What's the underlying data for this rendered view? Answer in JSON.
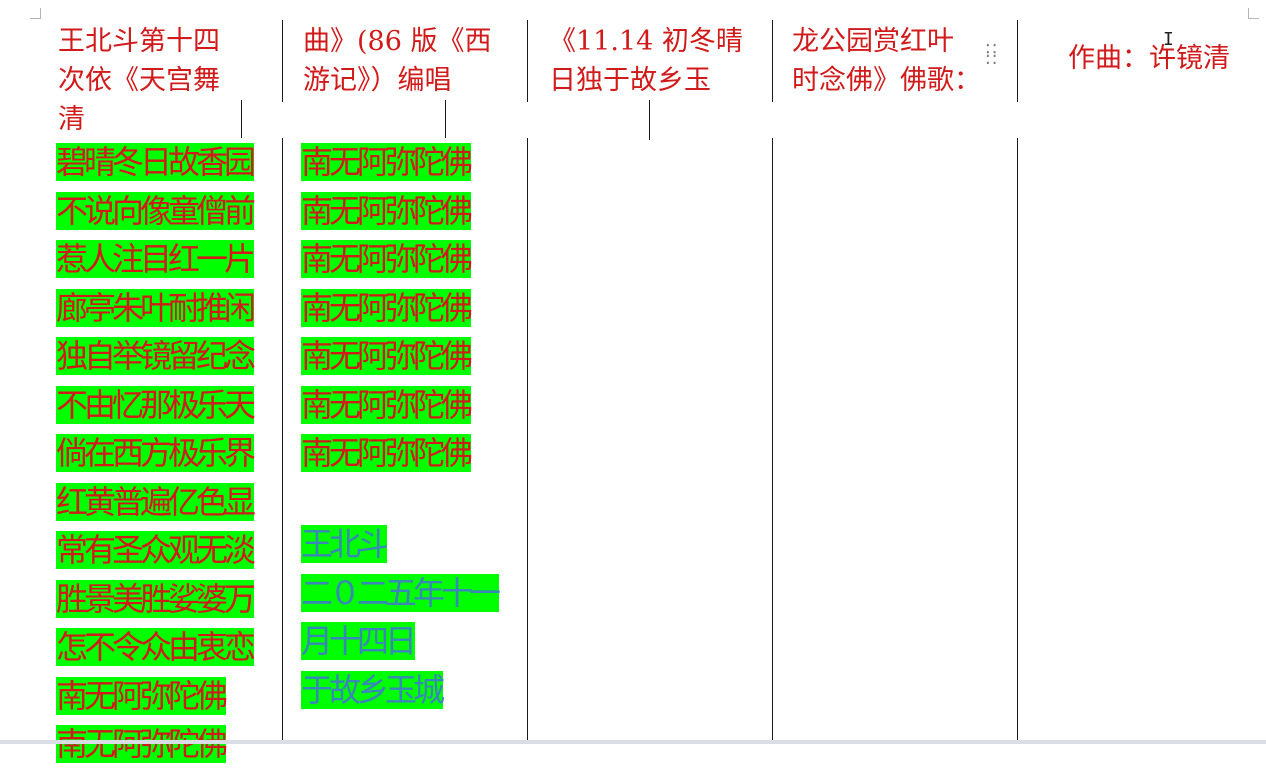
{
  "header": {
    "col1": [
      "王北斗第十四",
      "次依《天宫舞",
      "清"
    ],
    "col2": [
      "曲》(86 版《西",
      "游记》）编唱"
    ],
    "col3": [
      "《11.14 初冬晴",
      "日独于故乡玉"
    ],
    "col4": [
      "龙公园赏红叶",
      "时念佛》佛歌："
    ],
    "col5": [
      "作曲：许镜清"
    ]
  },
  "body": {
    "col1": [
      "碧晴冬日故香园",
      "不说向像童僧前",
      "惹人注目红一片",
      "廊亭朱叶耐推闲",
      "独自举镜留纪念",
      "不由忆那极乐天",
      "倘在西方极乐界",
      "红黄普遍亿色显",
      "常有圣众观无淡",
      "胜景美胜娑婆万",
      "怎不令众由衷恋",
      "南无阿弥陀佛",
      "南无阿弥陀佛"
    ],
    "col2_chant": [
      "南无阿弥陀佛",
      "南无阿弥陀佛",
      "南无阿弥陀佛",
      "南无阿弥陀佛",
      "南无阿弥陀佛",
      "南无阿弥陀佛",
      "南无阿弥陀佛"
    ],
    "col2_signature": [
      "王北斗",
      "二０二五年十一",
      "月十四日",
      "于故乡玉城"
    ]
  },
  "colors": {
    "text_red": "#d11a1a",
    "text_blue": "#3a86b8",
    "highlight": "#00ff00"
  },
  "icons": {
    "drag_handle": "drag-handle-icon",
    "cursor": "text-cursor-icon"
  }
}
